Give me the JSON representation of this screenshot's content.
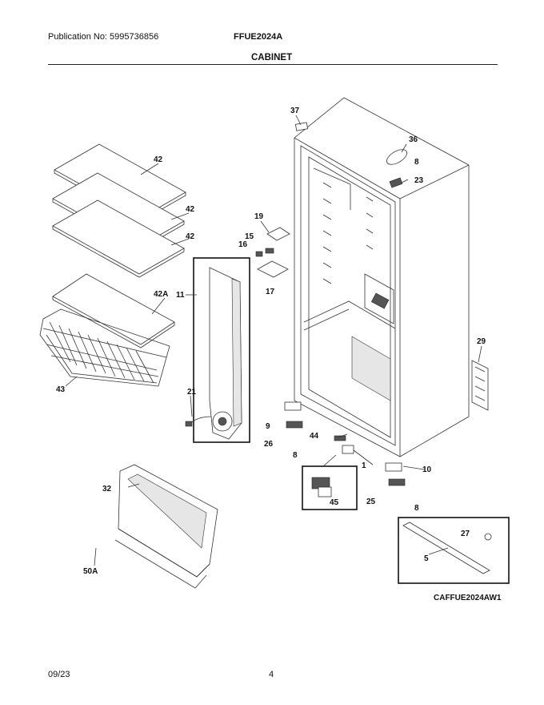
{
  "header": {
    "publication": "Publication No: 5995736856",
    "model": "FFUE2024A",
    "section": "CABINET"
  },
  "footer": {
    "date": "09/23",
    "page": "4"
  },
  "diagram_code": "CAFFUE2024AW1",
  "callouts": {
    "c1": "1",
    "c5": "5",
    "c8a": "8",
    "c8b": "8",
    "c8c": "8",
    "c9": "9",
    "c10": "10",
    "c11": "11",
    "c15": "15",
    "c16": "16",
    "c17": "17",
    "c19": "19",
    "c21": "21",
    "c23": "23",
    "c25": "25",
    "c26": "26",
    "c27": "27",
    "c29": "29",
    "c32": "32",
    "c36": "36",
    "c37": "37",
    "c42a": "42",
    "c42b": "42",
    "c42c": "42",
    "c42A": "42A",
    "c43": "43",
    "c44": "44",
    "c45": "45",
    "c50A": "50A"
  }
}
